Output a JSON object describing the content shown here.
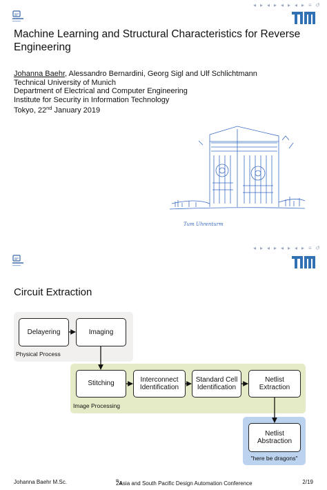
{
  "slide1": {
    "title": "Machine Learning and Structural Characteristics for Reverse Engineering",
    "authors_first": "Johanna Baehr",
    "authors_rest": ", Alessandro Bernardini, Georg Sigl and Ulf Schlichtmann",
    "affil_university": "Technical University of Munich",
    "affil_department": "Department of Electrical and Computer Engineering",
    "affil_institute": "Institute for Security in Information Technology",
    "date_prefix": "Tokyo, 22",
    "date_sup": "nd",
    "date_suffix": " January 2019",
    "sketch_caption": "Tum Uhrenturm"
  },
  "slide2": {
    "title": "Circuit Extraction",
    "groups": {
      "physical": "Physical Process",
      "image": "Image Processing",
      "dragons": "\"here be dragons\""
    },
    "boxes": {
      "delayering": "Delayering",
      "imaging": "Imaging",
      "stitching": "Stitching",
      "interconnect_line1": "Interconnect",
      "interconnect_line2": "Identification",
      "standard_cell_line1": "Standard Cell",
      "standard_cell_line2": "Identification",
      "netlist_extraction_line1": "Netlist",
      "netlist_extraction_line2": "Extraction",
      "netlist_abstraction_line1": "Netlist",
      "netlist_abstraction_line2": "Abstraction"
    }
  },
  "footer": {
    "author": "Johanna Baehr M.Sc.",
    "conf_num": "24",
    "conf_sup": "th",
    "conf_rest": " Asia and South Pacific Design Automation Conference",
    "page": "2/19"
  },
  "colors": {
    "tum_blue": "#3070b3",
    "physical_bg": "#f1f0ee",
    "image_bg": "#e5ebc6",
    "netlist_bg": "#bcd3ef"
  },
  "icons": [
    "nav-arrows-icon",
    "tum-logo-icon",
    "institute-logo-icon",
    "clock-tower-sketch"
  ]
}
